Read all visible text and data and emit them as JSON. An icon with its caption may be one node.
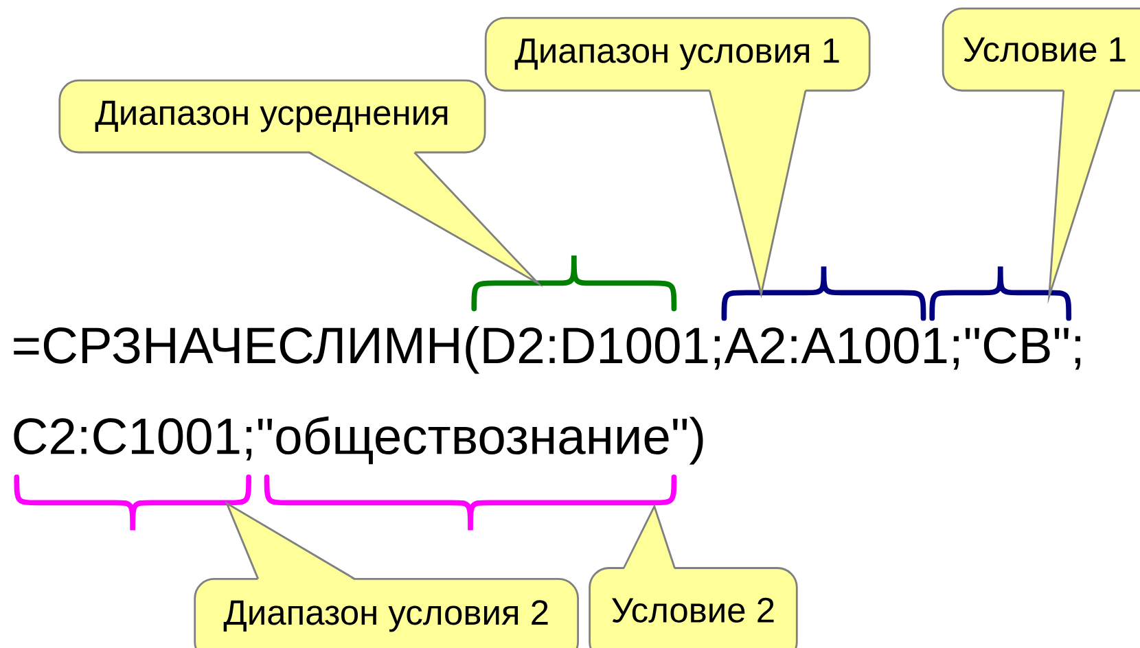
{
  "diagram": {
    "nodes": [
      {
        "text": [
          "Диапазон усреднения"
        ]
      },
      {
        "text": [
          "Диапазон условия 1"
        ]
      },
      {
        "text": [
          "Условие 1"
        ]
      },
      {
        "text": [
          "Диапазон условия 2"
        ]
      },
      {
        "text": [
          "Условие 2"
        ]
      }
    ],
    "labels": [
      "=СРЗНАЧЕСЛИМН(D2:D1001;A2:A1001;\"СВ\";",
      "C2:C1001;\"обществознание\")"
    ]
  }
}
